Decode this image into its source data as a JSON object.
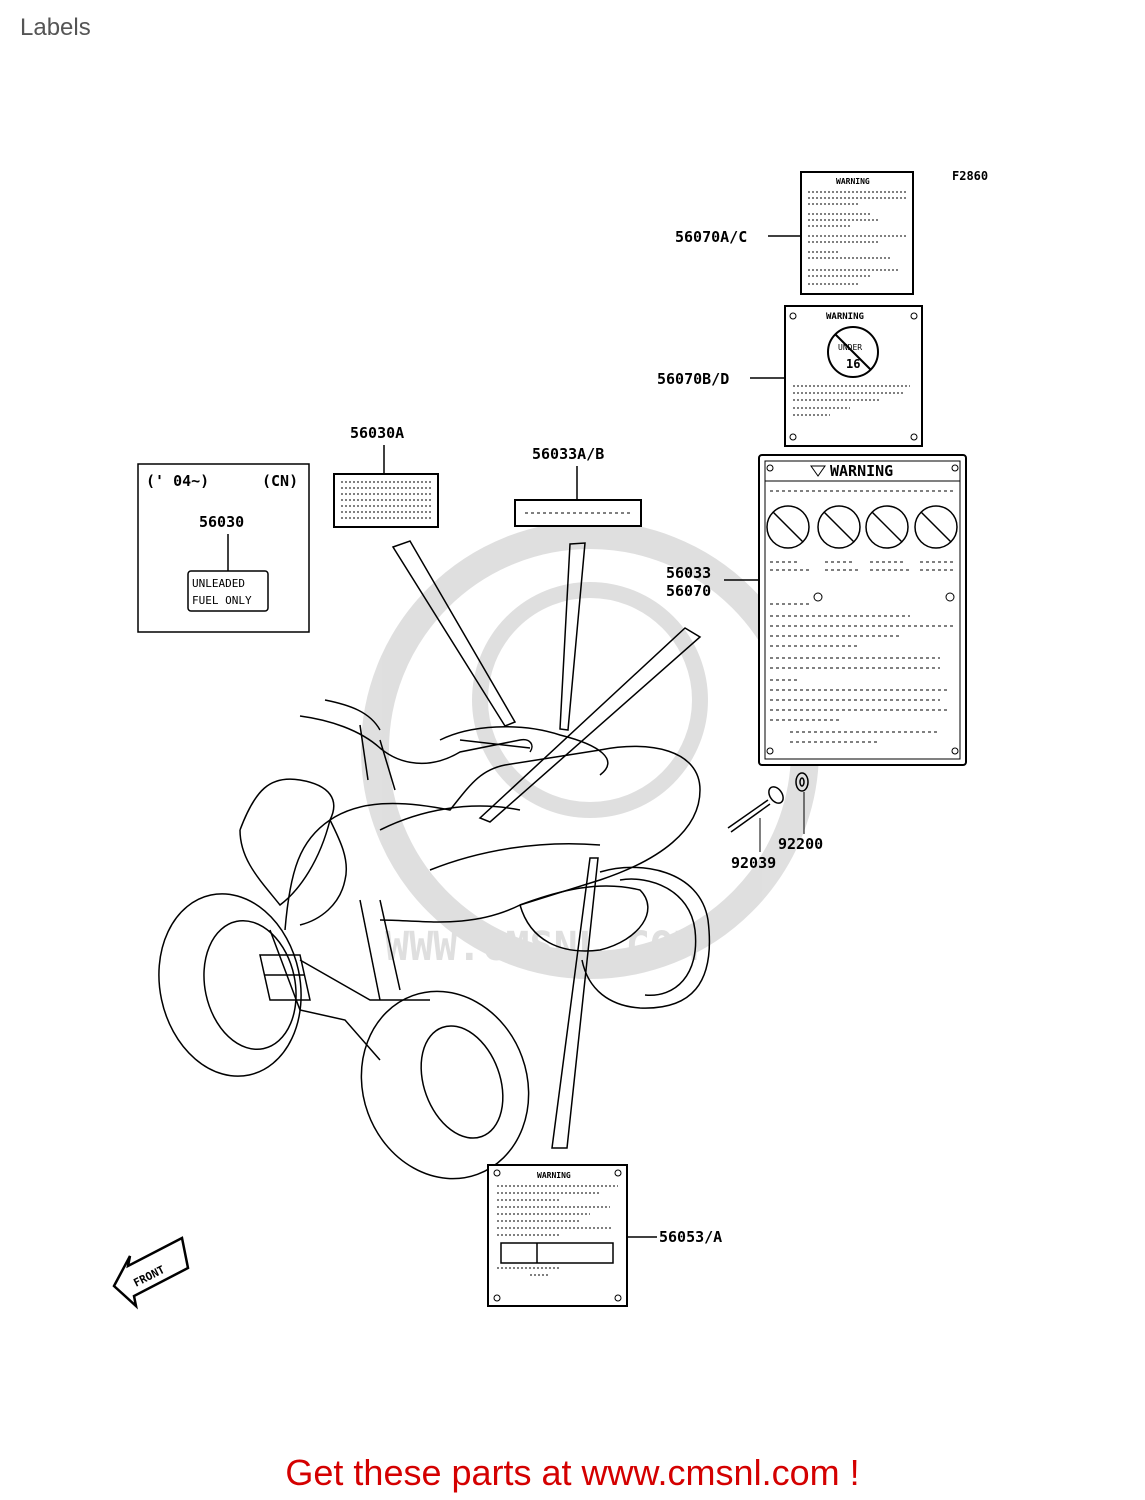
{
  "page": {
    "title": "Labels"
  },
  "figure": {
    "code": "F2860",
    "parts": [
      {
        "id": "p-56070ac",
        "label": "56070A/C"
      },
      {
        "id": "p-56070bd",
        "label": "56070B/D"
      },
      {
        "id": "p-56030a",
        "label": "56030A"
      },
      {
        "id": "p-56033ab",
        "label": "56033A/B"
      },
      {
        "id": "p-56033",
        "label": "56033"
      },
      {
        "id": "p-56070",
        "label": "56070"
      },
      {
        "id": "p-92200",
        "label": "92200"
      },
      {
        "id": "p-92039",
        "label": "92039"
      },
      {
        "id": "p-56053a",
        "label": "56053/A"
      },
      {
        "id": "p-56030",
        "label": "56030"
      }
    ],
    "inset": {
      "year": "(' 04~)",
      "region": "(CN)",
      "line1": "UNLEADED",
      "line2": "FUEL ONLY"
    },
    "warning_text": "WARNING",
    "under_age": {
      "word": "UNDER",
      "number": "16"
    },
    "front_arrow": "FRONT"
  },
  "watermark": "WWW.CMSNL.COM",
  "banner": {
    "text": "Get these parts at www.cmsnl.com !"
  }
}
